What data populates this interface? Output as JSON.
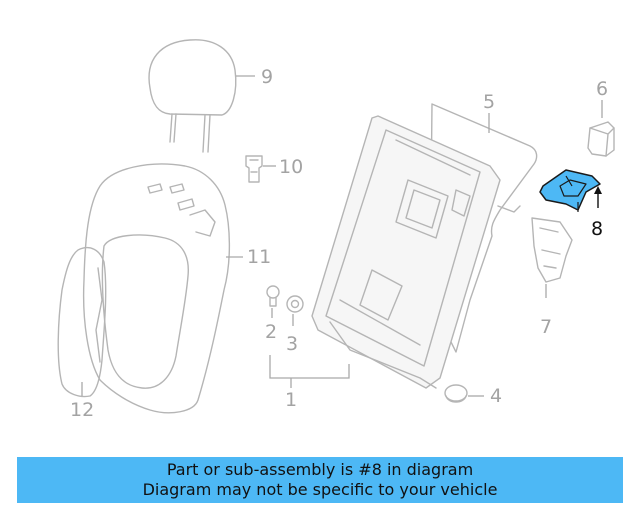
{
  "highlight_color": "#4db8f5",
  "callouts": {
    "c1": "1",
    "c2": "2",
    "c3": "3",
    "c4": "4",
    "c5": "5",
    "c6": "6",
    "c7": "7",
    "c8": "8",
    "c9": "9",
    "c10": "10",
    "c11": "11",
    "c12": "12"
  },
  "banner": {
    "line1": "Part or sub-assembly is #8 in diagram",
    "line2": "Diagram may not be specific to your vehicle"
  }
}
